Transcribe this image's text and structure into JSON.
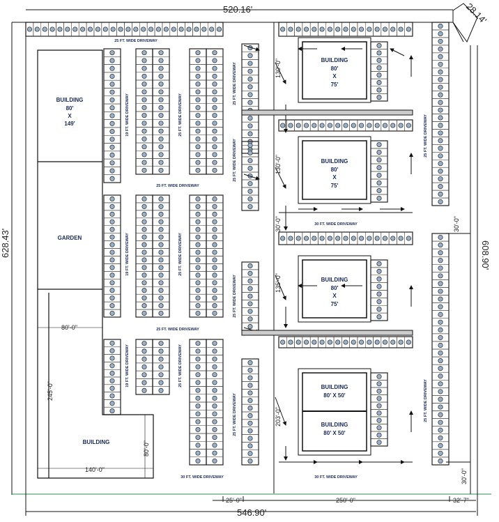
{
  "dimensions": {
    "top": "520.16'",
    "bottom": "546.90'",
    "left": "628.43'",
    "right": "608.90'",
    "corner": "28.14'",
    "b1": "25'-0\"",
    "b2": "250'-0\"",
    "b3": "32'-7\"",
    "d130a": "130'-0\"",
    "d130b": "130'-0\"",
    "d135": "135'-0\"",
    "d203": "203'-0\"",
    "d30a": "30'-0\"",
    "d30b": "30'-0\"",
    "d30c": "30'-0\"",
    "d80w": "80'-0\"",
    "d245": "245'-0\"",
    "d80h": "80'-0\"",
    "d140": "140'-0\""
  },
  "buildings": {
    "main": {
      "name": "BUILDING",
      "w": "80'",
      "x": "X",
      "h": "149'"
    },
    "garden": "GARDEN",
    "lower": "BUILDING",
    "b1": {
      "name": "BUILDING",
      "w": "80'",
      "x": "X",
      "h": "75'"
    },
    "b2": {
      "name": "BUILDING",
      "w": "80'",
      "x": "X",
      "h": "75'"
    },
    "b3": {
      "name": "BUILDING",
      "w": "80'",
      "x": "X",
      "h": "75'"
    },
    "b4a": {
      "name": "BUILDING",
      "size": "80' X 50'"
    },
    "b4b": {
      "name": "BUILDING",
      "size": "80' X 50'"
    }
  },
  "driveways": {
    "top": "25 FT. WIDE DRIVEWAY",
    "mid1": "25 FT. WIDE DRIVEWAY",
    "mid2": "25 FT. WIDE DRIVEWAY",
    "v19a": "19 FT. WIDE DRIVEWAY",
    "v19b": "19 FT. WIDE DRIVEWAY",
    "v19c": "19 FT. WIDE DRIVEWAY",
    "v25a": "25 FT. WIDE DRIVEWAY",
    "v25b": "25 FT. WIDE DRIVEWAY",
    "v25c": "25 FT. WIDE DRIVEWAY",
    "v25d": "25 FT. WIDE DRIVEWAY",
    "v25e": "25 FT. WIDE DRIVEWAY",
    "v25f": "25 FT. WIDE DRIVEWAY",
    "v25g": "25 FT. WIDE DRIVEWAY",
    "v25h": "25 FT. WIDE DRIVEWAY",
    "v25i": "25 FT. WIDE DRIVEWAY",
    "bot1": "30 FT. WIDE DRIVEWAY",
    "bot2": "30 FT. WIDE DRIVEWAY",
    "mid30": "30 FT. WIDE DRIVEWAY"
  },
  "colors": {
    "line": "#111111",
    "text": "#1a2a5a",
    "unit_circle": "#9ab0c8"
  }
}
